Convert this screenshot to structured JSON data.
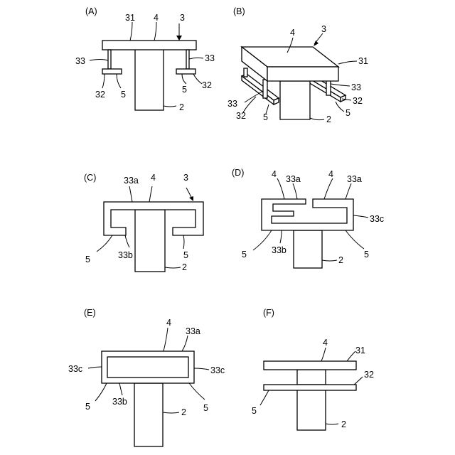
{
  "panels": {
    "A": {
      "title": "(A)",
      "labels": {
        "l31": "31",
        "l4": "4",
        "l3": "3",
        "l33_left": "33",
        "l33_right": "33",
        "l32_left": "32",
        "l5_left": "5",
        "l5_right": "5",
        "l32_right": "32",
        "l2": "2"
      }
    },
    "B": {
      "title": "(B)",
      "labels": {
        "l4": "4",
        "l3": "3",
        "l31": "31",
        "l33_right": "33",
        "l32_right": "32",
        "l33_left": "33",
        "l32_left": "32",
        "l5_left": "5",
        "l5_right": "5",
        "l2": "2"
      }
    },
    "C": {
      "title": "(C)",
      "labels": {
        "l33a": "33a",
        "l4": "4",
        "l3": "3",
        "l5_left": "5",
        "l33b": "33b",
        "l5_right": "5",
        "l2": "2"
      }
    },
    "D": {
      "title": "(D)",
      "labels": {
        "l4_left": "4",
        "l33a_left": "33a",
        "l4_right": "4",
        "l33a_right": "33a",
        "l33c": "33c",
        "l5_left": "5",
        "l33b": "33b",
        "l5_right": "5",
        "l2": "2"
      }
    },
    "E": {
      "title": "(E)",
      "labels": {
        "l4": "4",
        "l33a": "33a",
        "l33c_left": "33c",
        "l33c_right": "33c",
        "l5_left": "5",
        "l33b": "33b",
        "l5_right": "5",
        "l2": "2"
      }
    },
    "F": {
      "title": "(F)",
      "labels": {
        "l4": "4",
        "l31": "31",
        "l32": "32",
        "l5": "5",
        "l2": "2"
      }
    }
  }
}
